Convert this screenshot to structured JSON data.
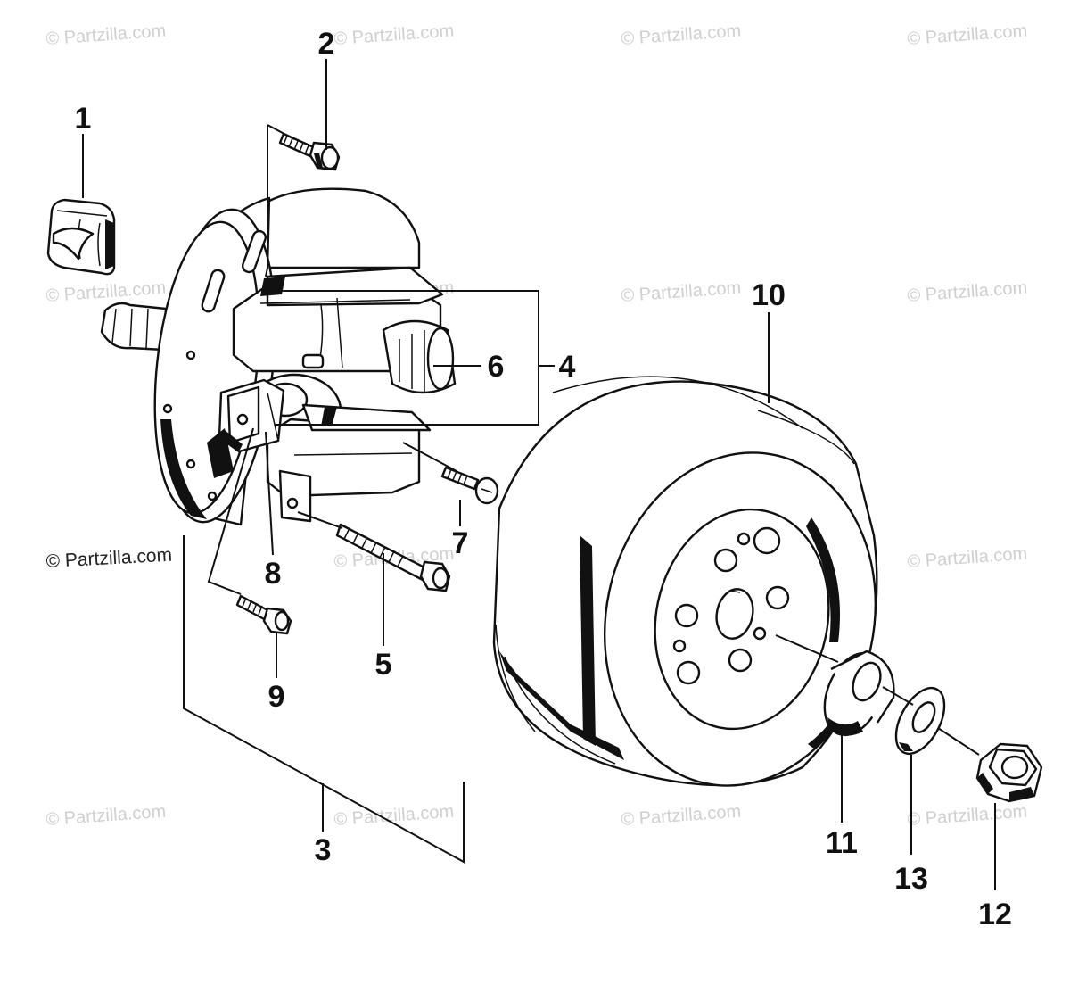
{
  "watermark": {
    "text": "© Partzilla.com",
    "prominent_text": "© Partzilla.com"
  },
  "callouts": {
    "c1": "1",
    "c2": "2",
    "c3": "3",
    "c4": "4",
    "c5": "5",
    "c6": "6",
    "c7": "7",
    "c8": "8",
    "c9": "9",
    "c10": "10",
    "c11": "11",
    "c12": "12",
    "c13": "13"
  }
}
